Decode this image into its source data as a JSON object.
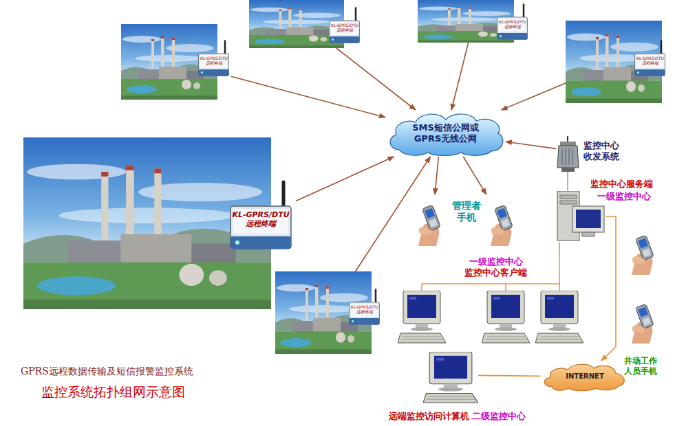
{
  "diagram": {
    "title": "GPRS远程数据传输及短信报警监控系统",
    "caption": "监控系统拓扑组网示意图",
    "nodes": [
      {
        "text": [
          "KL-GPRS/DTU 远程终端"
        ]
      },
      {
        "text": [
          "KL-GPRS/DTU 远程终端"
        ]
      },
      {
        "text": [
          "KL-GPRS/DTU 远程终端"
        ]
      },
      {
        "text": [
          "KL-GPRS/DTU 远程终端"
        ]
      },
      {
        "text": [
          "KL-GPRS/DTU 远程终端"
        ]
      },
      {
        "text": [
          "KL-GPRS/DTU 远程终端"
        ]
      },
      {
        "text": [
          "SMS短信公网或 GPRS无线公网"
        ]
      },
      {
        "text": [
          "管理者 手机"
        ]
      },
      {
        "text": [
          "监控中心 收发系统"
        ]
      },
      {
        "text": [
          "监控中心服务端",
          "一级监控中心"
        ]
      },
      {
        "text": [
          "一级监控中心",
          "监控中心客户端"
        ]
      },
      {
        "text": [
          "INTERNET"
        ]
      },
      {
        "text": [
          "远端监控访问计算机",
          "二级监控中心"
        ]
      },
      {
        "text": [
          "井场工作 人员手机"
        ]
      }
    ],
    "edges": [
      {
        "from": 0,
        "to": 6,
        "arrow": "to"
      },
      {
        "from": 1,
        "to": 6,
        "arrow": "to"
      },
      {
        "from": 2,
        "to": 6,
        "arrow": "to"
      },
      {
        "from": 3,
        "to": 6,
        "arrow": "to"
      },
      {
        "from": 4,
        "to": 6,
        "arrow": "to"
      },
      {
        "from": 5,
        "to": 6,
        "arrow": "to"
      },
      {
        "from": 6,
        "to": 7,
        "arrow": "to"
      },
      {
        "from": 6,
        "to": 7,
        "arrow": "to"
      },
      {
        "from": 8,
        "to": 6,
        "arrow": "to"
      },
      {
        "from": 8,
        "to": 9,
        "arrow": "none"
      },
      {
        "from": 9,
        "to": 10,
        "arrow": "none"
      },
      {
        "from": 9,
        "to": 11,
        "arrow": "to"
      },
      {
        "from": 11,
        "to": 12,
        "arrow": "none"
      }
    ]
  }
}
